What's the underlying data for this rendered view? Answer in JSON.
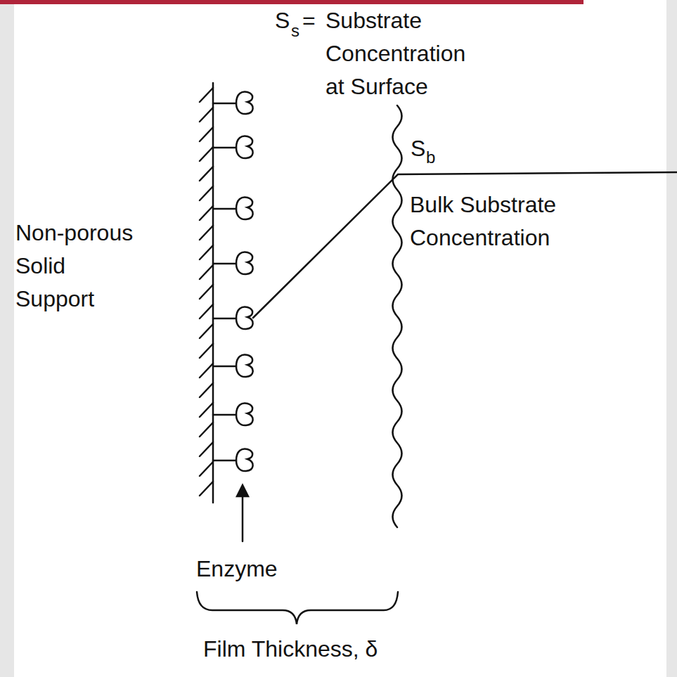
{
  "diagram": {
    "labels": [
      "S",
      "s",
      "=",
      "Substrate Concentration at Surface",
      "S",
      "b",
      "Bulk Substrate Concentration",
      "Non-porous Solid Support",
      "Enzyme",
      "Film Thickness, δ"
    ]
  }
}
